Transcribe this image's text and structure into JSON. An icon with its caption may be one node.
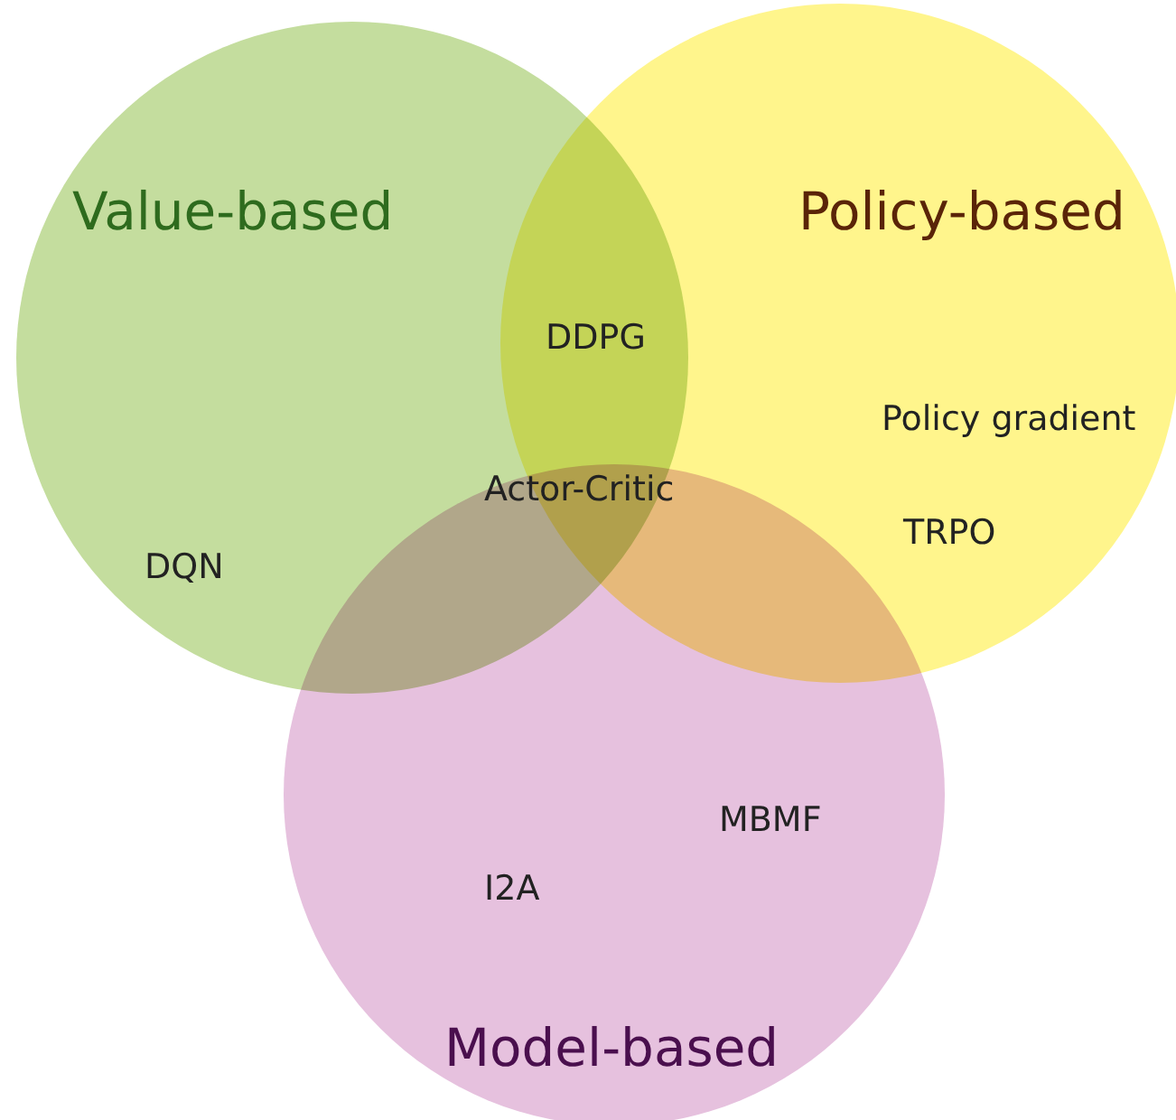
{
  "diagram": {
    "nodes": [
      {
        "text": [
          "Value-based",
          "DQN"
        ]
      },
      {
        "text": [
          "Policy-based",
          "Policy gradient",
          "TRPO"
        ]
      },
      {
        "text": [
          "MBMF",
          "I2A",
          "Model-based"
        ]
      }
    ],
    "edges": [],
    "labels": [
      "DDPG",
      "Actor-Critic"
    ]
  }
}
